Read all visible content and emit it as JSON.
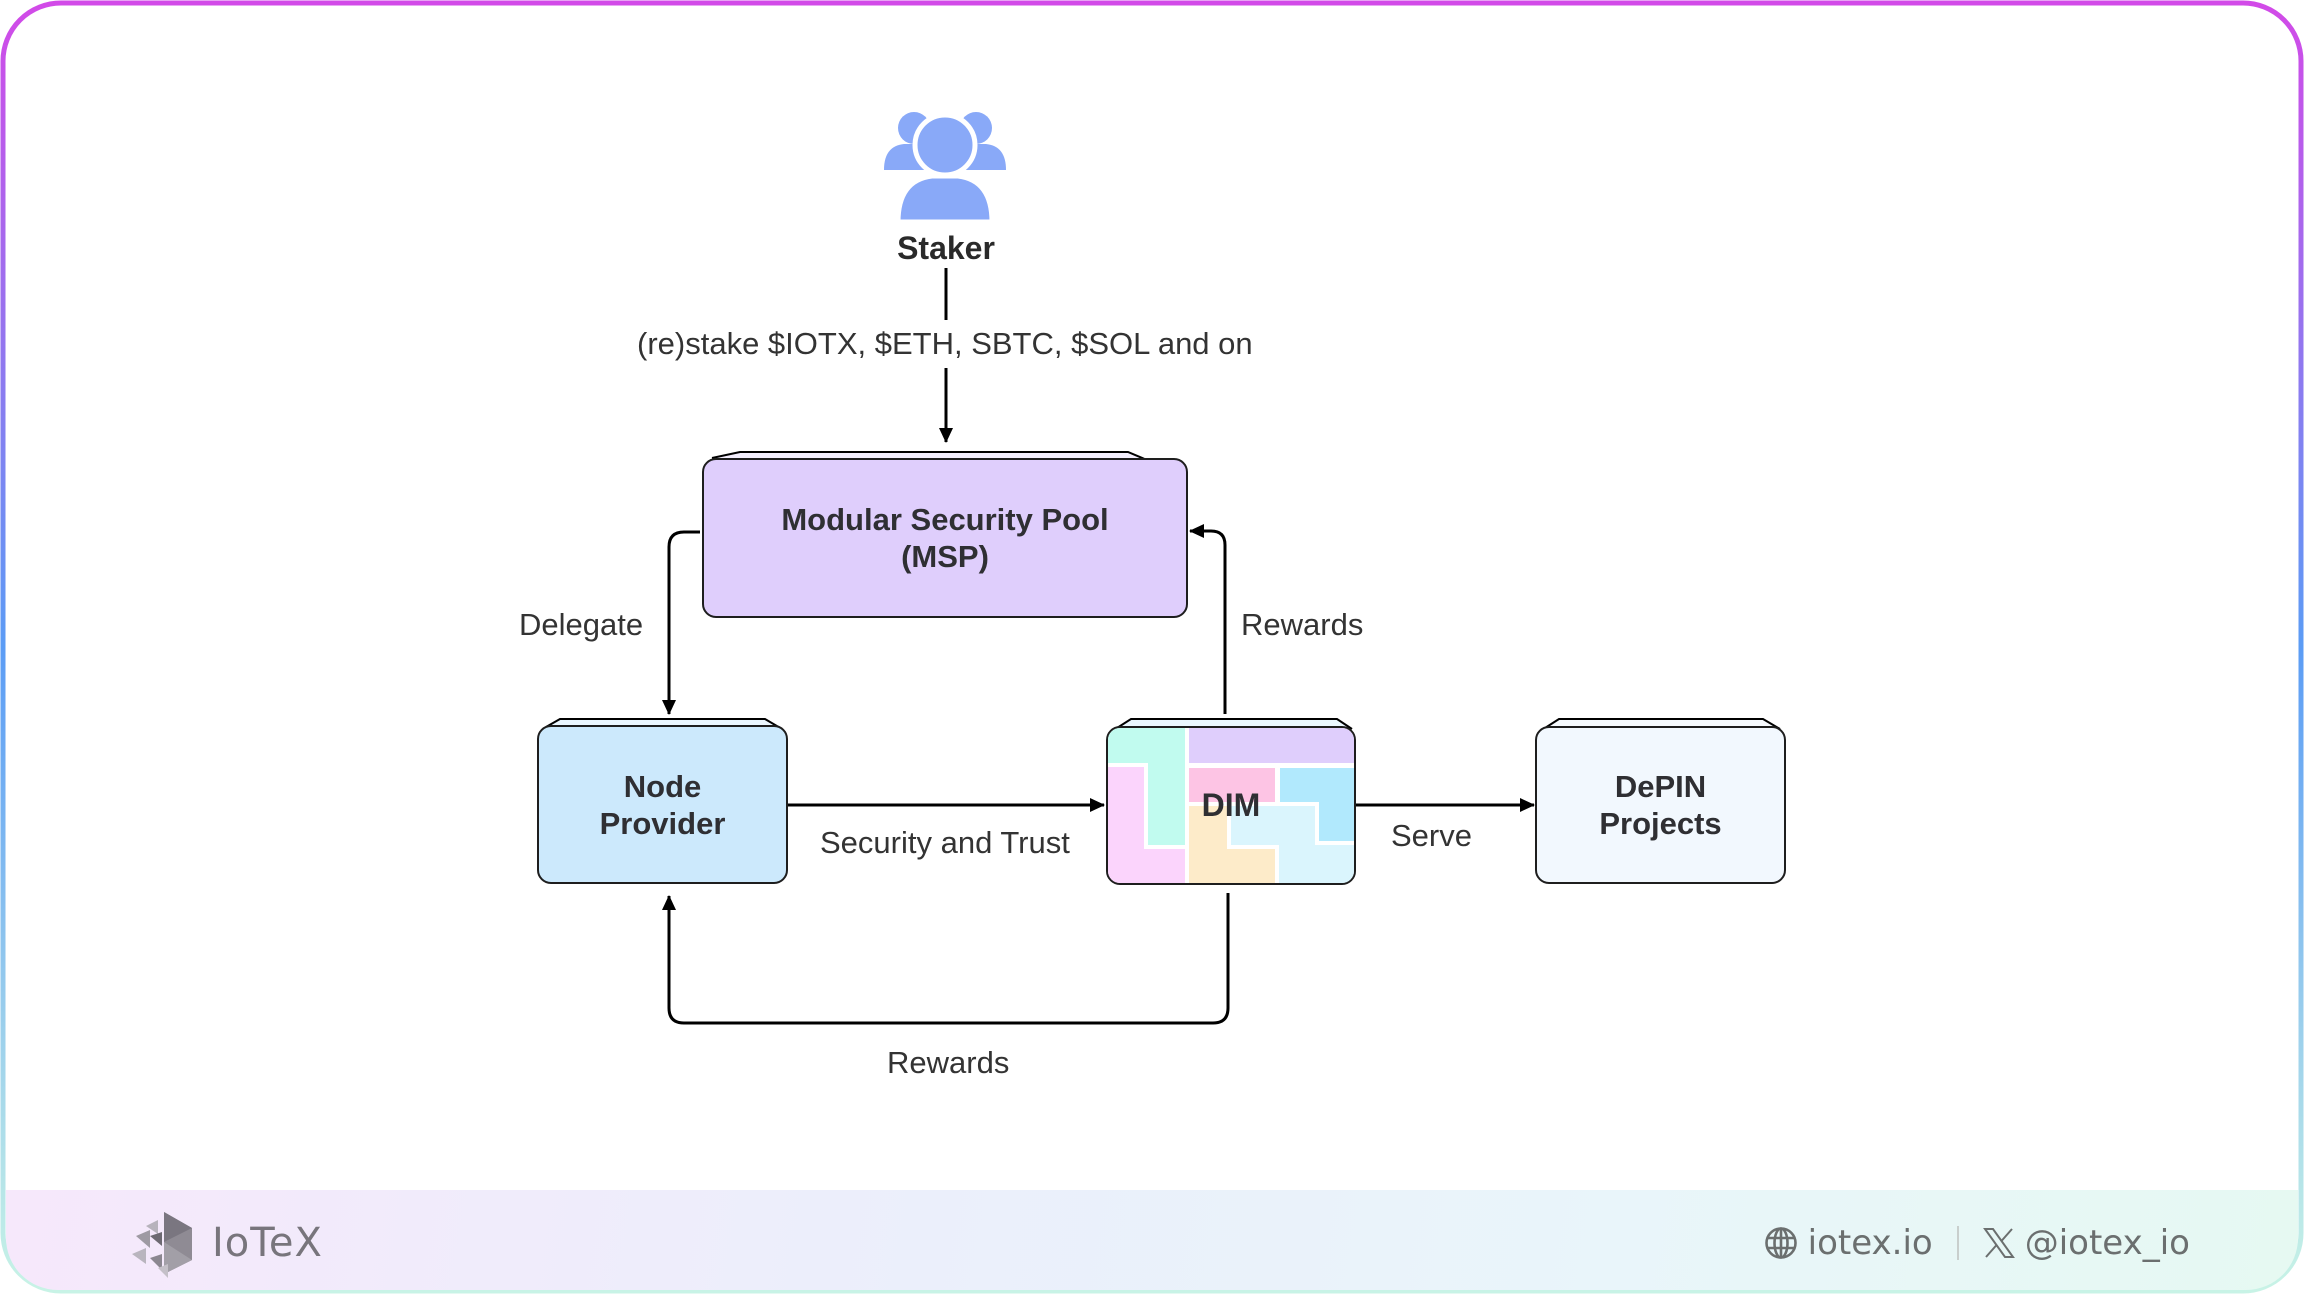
{
  "diagram": {
    "actors": {
      "staker": {
        "label": "Staker",
        "icon": "users-group-icon"
      }
    },
    "nodes": {
      "msp": {
        "label_line1": "Modular Security Pool",
        "label_line2": "(MSP)",
        "fill": "#dfcefc"
      },
      "node_provider": {
        "label_line1": "Node",
        "label_line2": "Provider",
        "fill": "#cce9fc"
      },
      "dim": {
        "label": "DIM"
      },
      "depin": {
        "label_line1": "DePIN",
        "label_line2": "Projects",
        "fill": "#f2f8fe"
      }
    },
    "edges": {
      "stake": "(re)stake $IOTX, $ETH, SBTC, $SOL and on",
      "delegate": "Delegate",
      "rewards_to_msp": "Rewards",
      "security_trust": "Security and Trust",
      "serve": "Serve",
      "rewards_to_provider": "Rewards"
    }
  },
  "colors": {
    "border_top": "#d24ae8",
    "border_mid": "#5b9cf5",
    "border_bottom": "#c8f3e6",
    "icon_blue": "#89a9f8"
  },
  "footer": {
    "brand": "IoTeX",
    "website": "iotex.io",
    "website_icon": "globe-icon",
    "x_handle": "@iotex_io",
    "x_icon": "x-logo-icon"
  }
}
